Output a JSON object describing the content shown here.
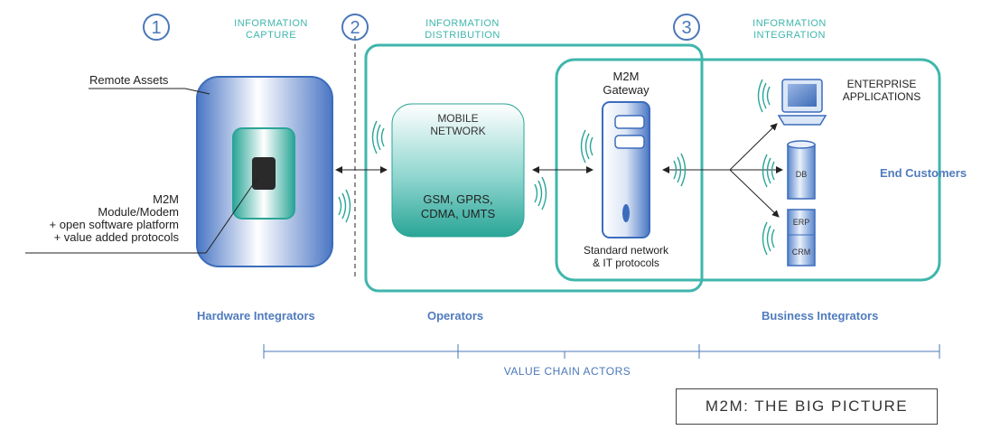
{
  "stages": [
    {
      "number": "1",
      "caption_line1": "INFORMATION",
      "caption_line2": "CAPTURE"
    },
    {
      "number": "2",
      "caption_line1": "INFORMATION",
      "caption_line2": "DISTRIBUTION"
    },
    {
      "number": "3",
      "caption_line1": "INFORMATION",
      "caption_line2": "INTEGRATION"
    }
  ],
  "remote_assets": "Remote Assets",
  "module": {
    "line1": "M2M",
    "line2": "Module/Modem",
    "line3": "+ open software platform",
    "line4": "+ value added protocols"
  },
  "mobile_network": {
    "title_line1": "MOBILE",
    "title_line2": "NETWORK",
    "tech_line1": "GSM, GPRS,",
    "tech_line2": "CDMA, UMTS"
  },
  "gateway": {
    "title_line1": "M2M",
    "title_line2": "Gateway",
    "note_line1": "Standard network",
    "note_line2": "& IT protocols"
  },
  "enterprise": {
    "line1": "ENTERPRISE",
    "line2": "APPLICATIONS"
  },
  "db_label": "DB",
  "erp_label": "ERP",
  "crm_label": "CRM",
  "end_customers": "End Customers",
  "actors": {
    "hardware": "Hardware Integrators",
    "operators": "Operators",
    "business": "Business Integrators"
  },
  "value_chain_label": "VALUE CHAIN ACTORS",
  "big_picture_label": "M2M: THE BIG PICTURE",
  "colors": {
    "teal": "#3fb6ac",
    "blue": "#4a78b8",
    "dark": "#222222"
  }
}
